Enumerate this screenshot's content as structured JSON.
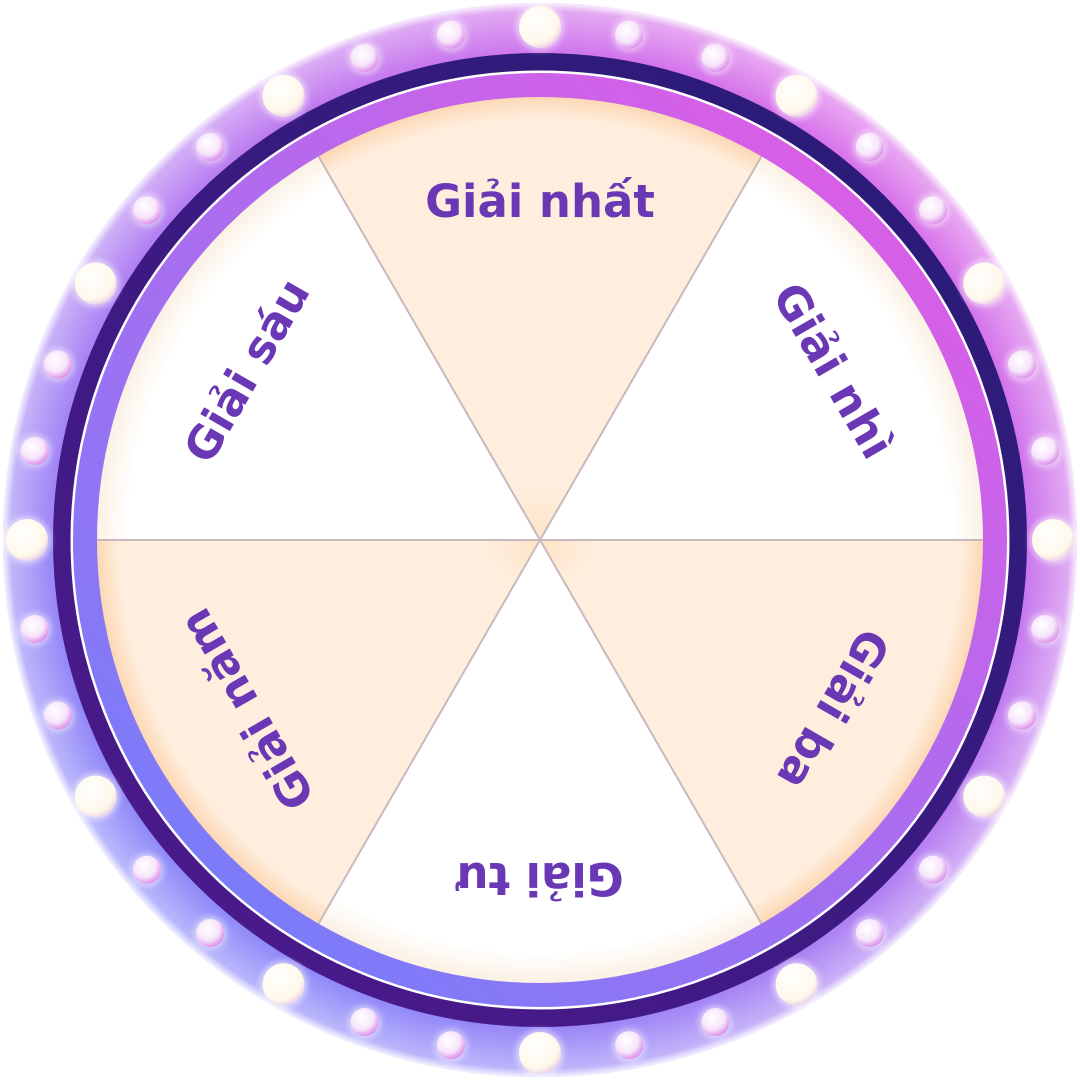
{
  "wheel": {
    "title": "Prize wheel",
    "segments": [
      {
        "label": "Giải nhất",
        "fill": "#ffeedd"
      },
      {
        "label": "Giải nhì",
        "fill": "#ffffff"
      },
      {
        "label": "Giải ba",
        "fill": "#ffeedd"
      },
      {
        "label": "Giải tư",
        "fill": "#ffffff"
      },
      {
        "label": "Giải năm",
        "fill": "#ffeedd"
      },
      {
        "label": "Giải sáu",
        "fill": "#ffffff"
      }
    ],
    "lights": {
      "large_count": 12,
      "small_per_gap": 2
    },
    "colors": {
      "rim_top": "#d95ee6",
      "rim_bottom": "#7a7cf9",
      "rim_dark": "#2a1a6e",
      "label": "#6a38b5",
      "peach": "#ffeedd",
      "peach_edge": "#fcd8b5",
      "divider": "#c8b9bd",
      "light_large": "#fffbee",
      "light_small": "#f7dcff"
    }
  }
}
